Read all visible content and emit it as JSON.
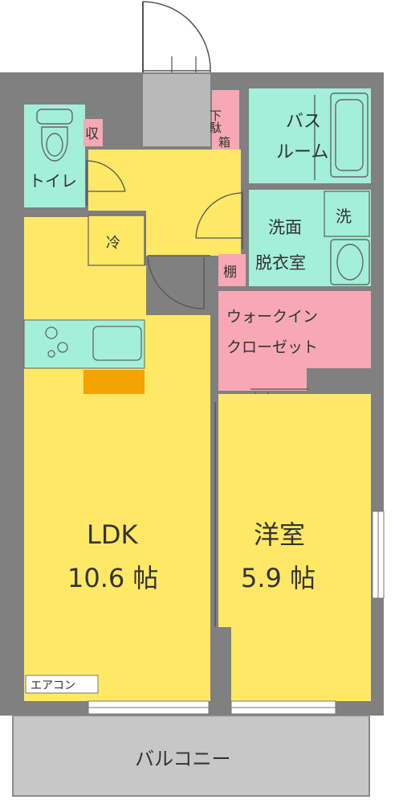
{
  "rooms": {
    "toilet": "トイレ",
    "storage_small": "収",
    "shoe_box_line1": "下駄",
    "shoe_box_line2": "箱",
    "bath_line1": "バス",
    "bath_line2": "ルーム",
    "washer": "洗",
    "washroom_line1": "洗面",
    "washroom_line2": "脱衣室",
    "fridge": "冷",
    "shelf": "棚",
    "walkin_line1": "ウォークイン",
    "walkin_line2": "クローゼット",
    "ldk_name": "LDK",
    "ldk_size": "10.6 帖",
    "western_name": "洋室",
    "western_size": "5.9 帖",
    "aircon": "エアコン",
    "balcony": "バルコニー"
  },
  "colors": {
    "wall": "#808080",
    "living_yellow": "#ffe866",
    "wet_area_mint": "#a3efd8",
    "closet_pink": "#f7a8b4",
    "counter_orange": "#f5a300",
    "balcony_gray": "#c7c7c7",
    "door_line": "#555555"
  }
}
